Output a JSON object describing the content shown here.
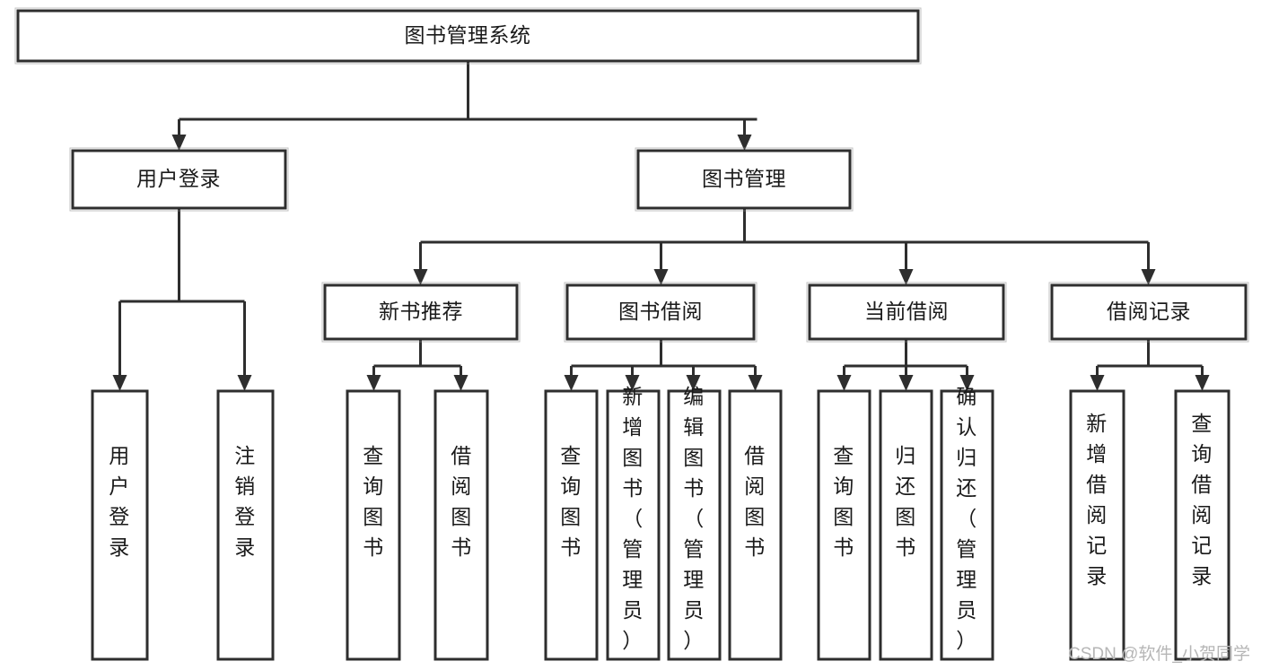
{
  "diagram": {
    "type": "tree-hierarchy",
    "title": "图书管理系统",
    "orientation": "top-down",
    "watermark": "CSDN @软件_小贺同学",
    "colors": {
      "box_stroke": "#2e2e2e",
      "box_fill": "#ffffff",
      "connector": "#2e2e2e",
      "text": "#1a1a1a",
      "watermark": "#b6b6b6",
      "background": "#ffffff"
    },
    "root": {
      "label": "图书管理系统"
    },
    "level2": [
      {
        "label": "用户登录"
      },
      {
        "label": "图书管理"
      }
    ],
    "level3": [
      {
        "label": "新书推荐"
      },
      {
        "label": "图书借阅"
      },
      {
        "label": "当前借阅"
      },
      {
        "label": "借阅记录"
      }
    ],
    "leaves": {
      "user_login": [
        {
          "label": "用户登录"
        },
        {
          "label": "注销登录"
        }
      ],
      "new_book_recommend": [
        {
          "label": "查询图书"
        },
        {
          "label": "借阅图书"
        }
      ],
      "book_borrow": [
        {
          "label": "查询图书"
        },
        {
          "label": "新增图书（管理员）"
        },
        {
          "label": "编辑图书（管理员）"
        },
        {
          "label": "借阅图书"
        }
      ],
      "current_borrow": [
        {
          "label": "查询图书"
        },
        {
          "label": "归还图书"
        },
        {
          "label": "确认归还（管理员）"
        }
      ],
      "borrow_records": [
        {
          "label": "新增借阅记录"
        },
        {
          "label": "查询借阅记录"
        }
      ]
    }
  }
}
